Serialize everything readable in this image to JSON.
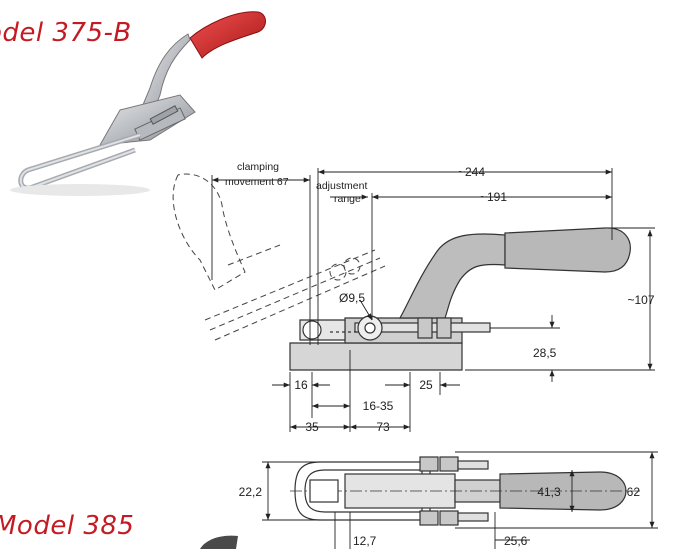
{
  "titles": {
    "model_top": "odel 375-B",
    "model_bottom": "Model 385"
  },
  "labels": {
    "clamping_line1": "clamping",
    "clamping_line2": "movement 67",
    "adjustment_line1": "adjustment",
    "adjustment_line2": "range",
    "hole_diameter": "Ø9,5"
  },
  "dimensions": {
    "overall_length": "~244",
    "handle_length": "~191",
    "height": "~107",
    "bolt_height": "28,5",
    "d16": "16",
    "d25": "25",
    "d16_35": "16-35",
    "d35": "35",
    "d73": "73",
    "d22_2": "22,2",
    "d41_3": "41,3",
    "d62": "62",
    "d12_7": "12,7",
    "d25_6": "25,6"
  },
  "colors": {
    "title_red": "#c41a24",
    "handle_grip": "#b8b8b8",
    "body_metal": "#cfcfcf",
    "photo_red_grip": "#d42a2a",
    "photo_metal": "#c7c9cc"
  }
}
